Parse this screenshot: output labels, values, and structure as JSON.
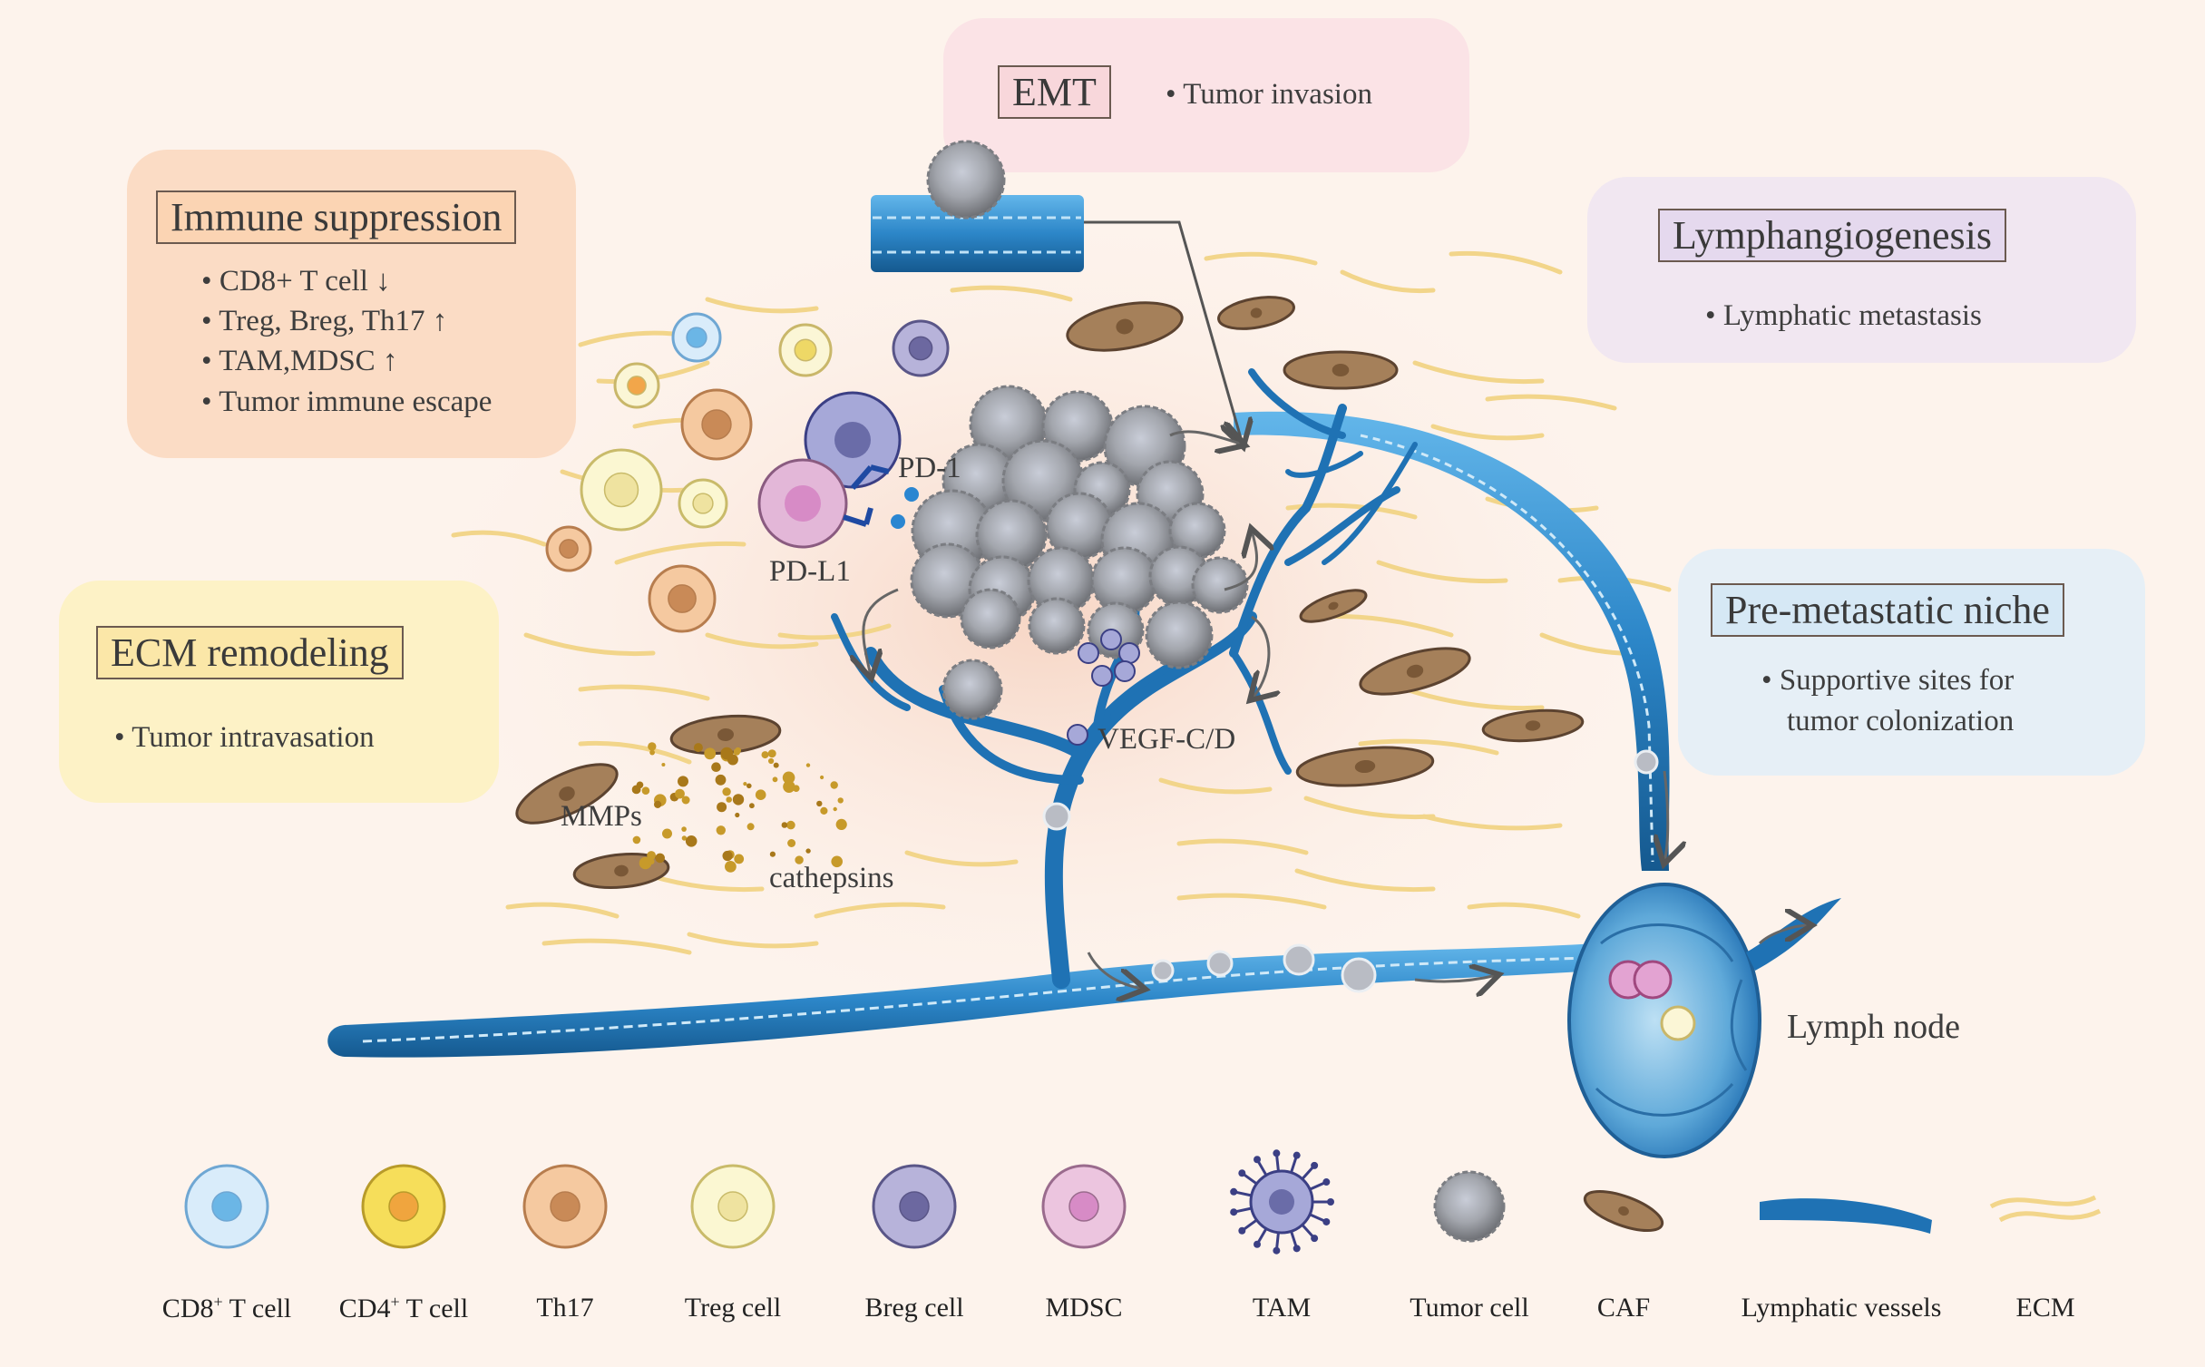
{
  "emt": {
    "title": "EMT",
    "bullets": [
      "Tumor invasion"
    ]
  },
  "immune": {
    "title": "Immune suppression",
    "bullets": [
      "CD8+ T cell ↓",
      "Treg, Breg, Th17 ↑",
      "TAM,MDSC ↑",
      "Tumor immune escape"
    ]
  },
  "lymph": {
    "title": "Lymphangiogenesis",
    "bullets": [
      "Lymphatic metastasis"
    ]
  },
  "ecm": {
    "title": "ECM remodeling",
    "bullets": [
      "Tumor intravasation"
    ]
  },
  "niche": {
    "title": "Pre-metastatic niche",
    "bullets": [
      "Supportive sites for",
      "tumor colonization"
    ]
  },
  "labels": {
    "pd1": "PD-1",
    "pdl1": "PD-L1",
    "vegf": "VEGF-C/D",
    "mmps": "MMPs",
    "cathepsins": "cathepsins",
    "lymph_node": "Lymph node"
  },
  "legend": [
    {
      "base": "CD8",
      "sup": "+",
      "rest": " T cell"
    },
    {
      "base": "CD4",
      "sup": "+",
      "rest": " T cell"
    },
    {
      "base": "Th17",
      "sup": "",
      "rest": ""
    },
    {
      "base": "Treg cell",
      "sup": "",
      "rest": ""
    },
    {
      "base": "Breg cell",
      "sup": "",
      "rest": ""
    },
    {
      "base": "MDSC",
      "sup": "",
      "rest": ""
    },
    {
      "base": "TAM",
      "sup": "",
      "rest": ""
    },
    {
      "base": "Tumor cell",
      "sup": "",
      "rest": ""
    },
    {
      "base": "CAF",
      "sup": "",
      "rest": ""
    },
    {
      "base": "Lymphatic vessels",
      "sup": "",
      "rest": ""
    },
    {
      "base": "ECM",
      "sup": "",
      "rest": ""
    }
  ],
  "colors": {
    "vessel": "#1f72b4",
    "vessel_light": "#4aa3dd",
    "ecm": "#f3d88a",
    "caf": "#a5805a",
    "tumor": "#9b9b9b"
  }
}
